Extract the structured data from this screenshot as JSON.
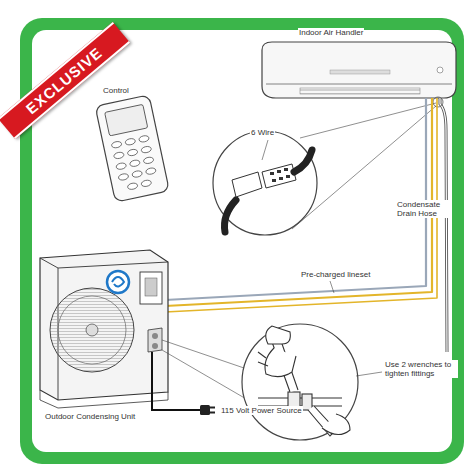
{
  "diagram": {
    "nodes": [
      {
        "text": [
          "EXCLUSIVE"
        ]
      }
    ],
    "labels": [
      "Control",
      "Indoor Air Handler",
      "6 Wire",
      "Condensate Drain Hose",
      "Pre-charged lineset",
      "Use 2 wrenches to tighten fittings",
      "Outdoor Condensing Unit",
      "115 Volt Power Source"
    ]
  }
}
